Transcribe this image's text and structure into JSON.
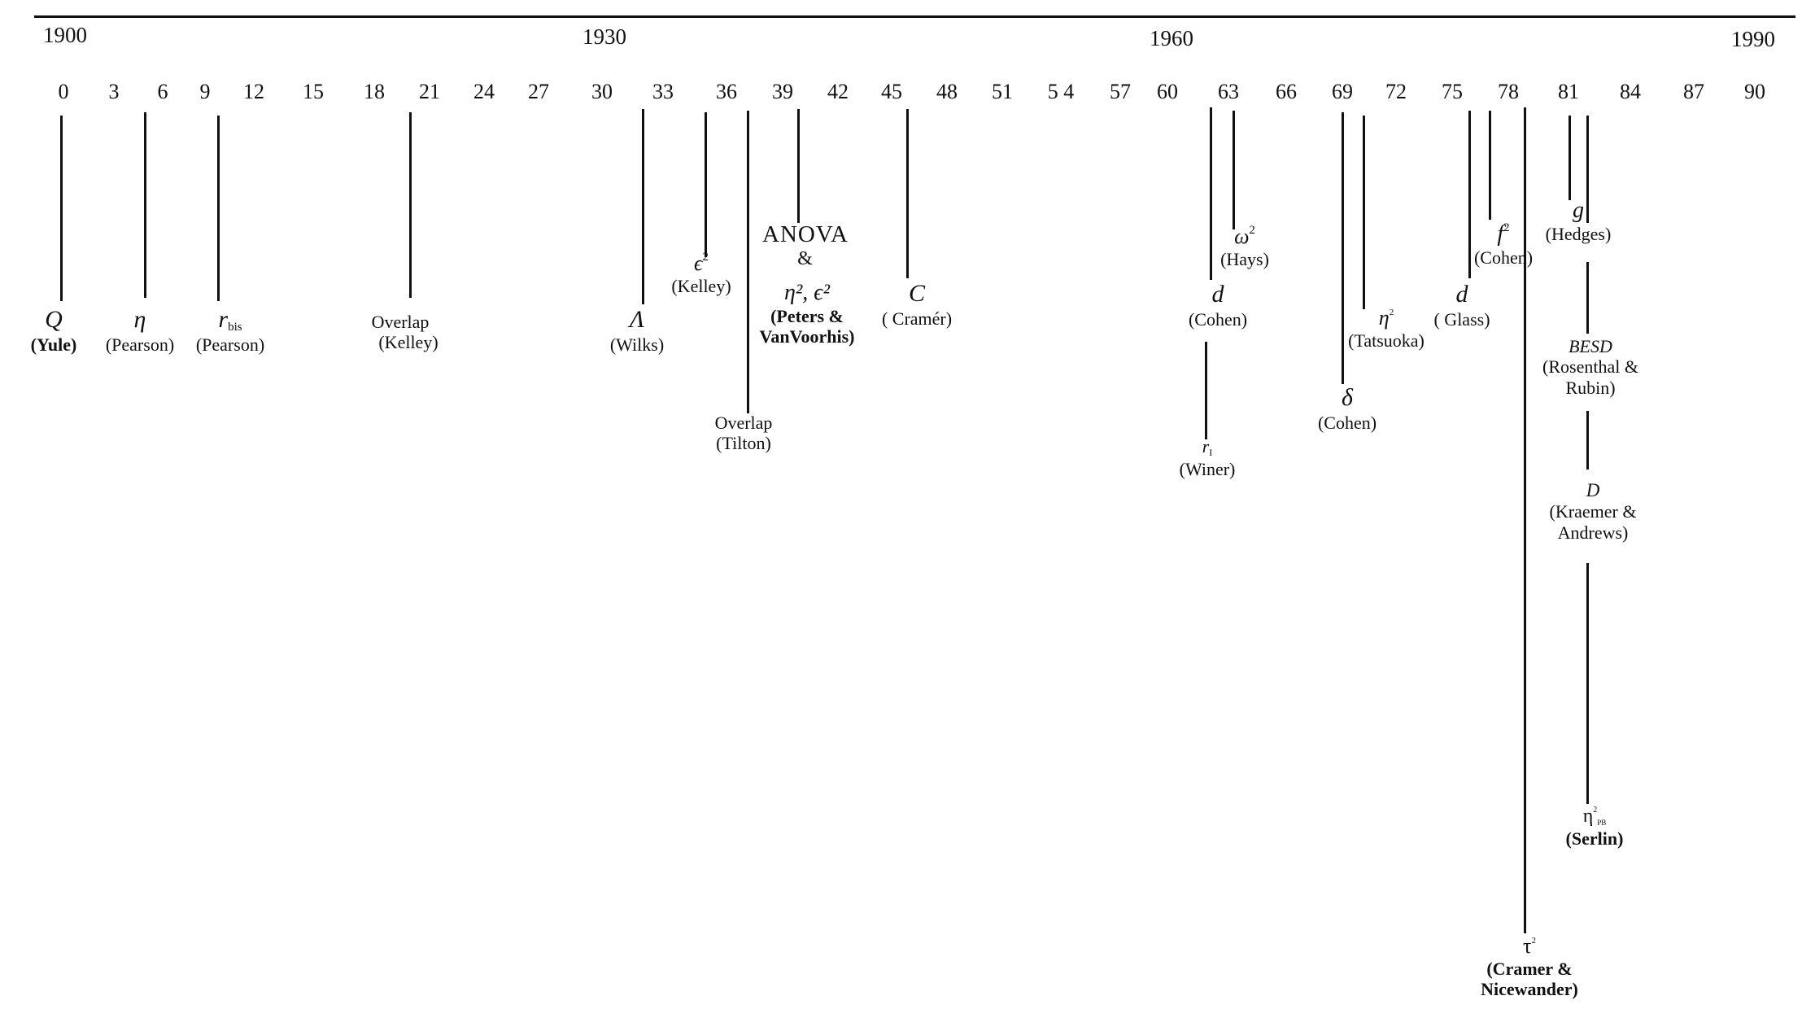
{
  "decades": [
    {
      "label": "1900",
      "year": 0
    },
    {
      "label": "1930",
      "year": 30
    },
    {
      "label": "1960",
      "year": 60
    },
    {
      "label": "1990",
      "year": 90
    }
  ],
  "ticks": [
    "0",
    "3",
    "6",
    "9",
    "12",
    "15",
    "18",
    "21",
    "24",
    "27",
    "30",
    "33",
    "36",
    "39",
    "42",
    "45",
    "48",
    "51",
    "5 4",
    "57",
    "60",
    "63",
    "66",
    "69",
    "72",
    "75",
    "78",
    "81",
    "84",
    "87",
    "90"
  ],
  "events": [
    {
      "id": "yule-q",
      "symbol": "Q",
      "sub": "",
      "sup": "",
      "name": "(Yule)",
      "year": 0
    },
    {
      "id": "pearson-eta",
      "symbol": "η",
      "sub": "",
      "sup": "",
      "name": "(Pearson)",
      "year": 5
    },
    {
      "id": "pearson-rbis",
      "symbol": "r",
      "sub": "bis",
      "sup": "",
      "name": "(Pearson)",
      "year": 9
    },
    {
      "id": "kelley-overlap",
      "symbol": "Overlap",
      "sub": "",
      "sup": "",
      "name": "(Kelley)",
      "year": 20
    },
    {
      "id": "wilks-lambda",
      "symbol": "Λ",
      "sub": "",
      "sup": "",
      "name": "(Wilks)",
      "year": 32
    },
    {
      "id": "kelley-epsilon",
      "symbol": "ϵ",
      "sub": "",
      "sup": "2",
      "name": "(Kelley)",
      "year": 35
    },
    {
      "id": "tilton-overlap",
      "symbol": "Overlap",
      "sub": "",
      "sup": "",
      "name": "(Tilton)",
      "year": 37
    },
    {
      "id": "anova",
      "symbol": "ANOVA",
      "sub": "",
      "sup": "",
      "name": "&",
      "year": 40
    },
    {
      "id": "peters-eta-eps",
      "symbol": "η², ϵ²",
      "sub": "",
      "sup": "",
      "name": "(Peters & VanVoorhis)",
      "year": 40
    },
    {
      "id": "cramer-c",
      "symbol": "C",
      "sub": "",
      "sup": "",
      "name": "( Cramér)",
      "year": 46
    },
    {
      "id": "cohen-d",
      "symbol": "d",
      "sub": "",
      "sup": "",
      "name": "(Cohen)",
      "year": 62
    },
    {
      "id": "winer-r",
      "symbol": "r",
      "sub": "I",
      "sup": "",
      "name": "(Winer)",
      "year": 62
    },
    {
      "id": "hays-omega",
      "symbol": "ω",
      "sub": "",
      "sup": "2",
      "name": "(Hays)",
      "year": 63
    },
    {
      "id": "cohen-delta",
      "symbol": "δ",
      "sub": "",
      "sup": "",
      "name": "(Cohen)",
      "year": 69
    },
    {
      "id": "tatsuoka-eta",
      "symbol": "η",
      "sub": "",
      "sup": "2",
      "name": "(Tatsuoka)",
      "year": 70
    },
    {
      "id": "glass-d",
      "symbol": "d",
      "sub": "",
      "sup": "",
      "name": "( Glass)",
      "year": 76
    },
    {
      "id": "cohen-f2",
      "symbol": "f",
      "sub": "",
      "sup": "2",
      "name": "(Cohen)",
      "year": 77
    },
    {
      "id": "cramer-tau",
      "symbol": "τ",
      "sub": "",
      "sup": "2",
      "name": "(Cramer & Nicewander)",
      "year": 79
    },
    {
      "id": "hedges-g",
      "symbol": "g",
      "sub": "",
      "sup": "",
      "name": "(Hedges)",
      "year": 81
    },
    {
      "id": "rosenthal-besd",
      "symbol": "BESD",
      "sub": "",
      "sup": "",
      "name": "(Rosenthal & Rubin)",
      "year": 82
    },
    {
      "id": "kraemer-d",
      "symbol": "D",
      "sub": "",
      "sup": "",
      "name": "(Kraemer & Andrews)",
      "year": 82
    },
    {
      "id": "serlin-eta",
      "symbol": "η",
      "sub": "PB",
      "sup": "2",
      "name": "(Serlin)",
      "year": 82
    }
  ]
}
